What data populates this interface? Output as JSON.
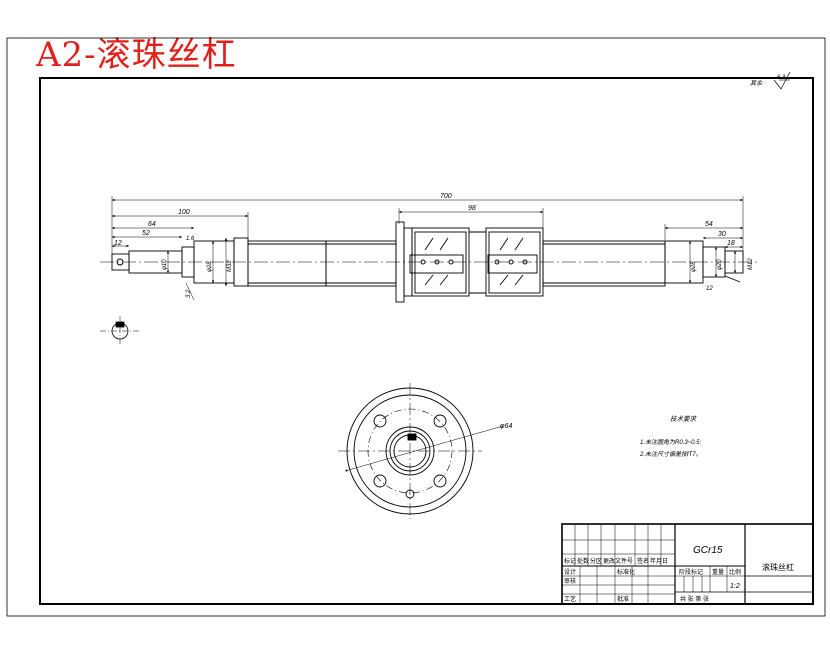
{
  "title": "A2-滚珠丝杠",
  "roughness": {
    "prefix": "其余",
    "value": "6.3"
  },
  "dimensions": {
    "overall": "700",
    "left_100": "100",
    "left_64": "64",
    "left_52": "52",
    "left_12": "12",
    "left_ra": "1.6",
    "nut_98": "98",
    "right_54": "54",
    "right_30": "30",
    "right_18": "18",
    "right_12": "12",
    "dia_10": "φ10",
    "dia_28_left": "φ28",
    "dia_32": "M32",
    "dia_28_right": "φ28",
    "dia_20": "φ20",
    "dia_12": "M12",
    "ra_left": "3.2",
    "flange_dia": "φ64"
  },
  "tech_req": {
    "heading": "技术要求",
    "items": [
      "1.未注圆角为R0.3~0.5;",
      "2.未注尺寸偏差按IT7。"
    ]
  },
  "title_block": {
    "material": "GCr15",
    "part_name": "滚珠丝杠",
    "scale": "1:2",
    "row_labels": [
      "标记",
      "设计",
      "审核",
      "工艺"
    ],
    "header_labels": [
      "处数",
      "分区",
      "更改文件号",
      "签名",
      "年月日"
    ],
    "standardize": "标准化",
    "approve": "批准",
    "stage_label": "阶段标记",
    "weight_label": "重量",
    "scale_label": "比例",
    "sheet_text": "共  张  第  张"
  },
  "colors": {
    "title": "#e0201b",
    "line": "#000000"
  }
}
